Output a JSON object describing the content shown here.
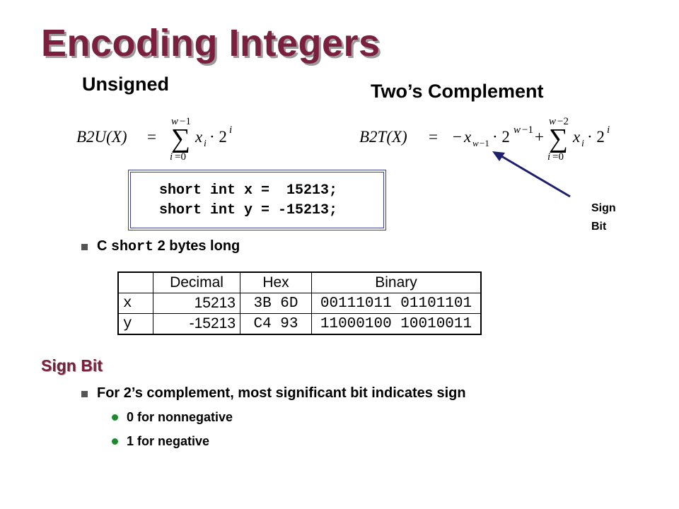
{
  "title": "Encoding Integers",
  "unsigned_heading": "Unsigned",
  "twos_heading": "Two’s Complement",
  "code": {
    "line1": "short int x =  15213;",
    "line2": "short int y = -15213;"
  },
  "bullet_c": {
    "prefix": "C ",
    "keyword": "short",
    "suffix": " 2 bytes long"
  },
  "table": {
    "headers": [
      "",
      "Decimal",
      "Hex",
      "Binary"
    ],
    "rows": [
      [
        "x",
        "15213",
        "3B 6D",
        "00111011 01101101"
      ],
      [
        "y",
        "-15213",
        "C4 93",
        "11000100 10010011"
      ]
    ]
  },
  "sign_bit_label": [
    "Sign",
    "Bit"
  ],
  "section_heading": "Sign Bit",
  "bullets": {
    "main": "For 2’s complement, most significant bit indicates sign",
    "sub": [
      "0 for nonnegative",
      "1 for negative"
    ]
  },
  "colors": {
    "title": "#7a1f3d",
    "code_border": "#3b3f8f",
    "arrow": "#1e1e6e",
    "sub_bullet": "#1a8a2a"
  }
}
